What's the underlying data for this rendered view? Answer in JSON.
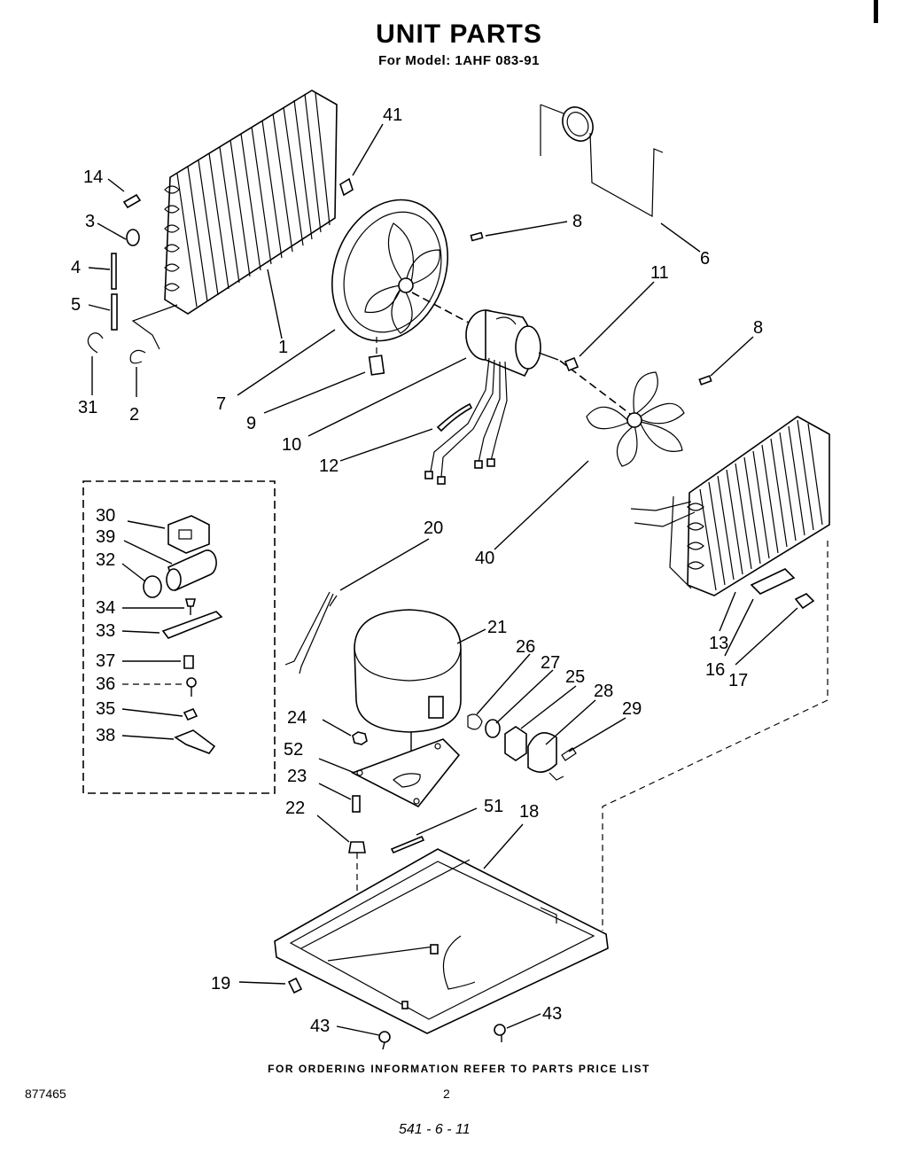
{
  "header": {
    "title": "UNIT PARTS",
    "subtitle": "For Model: 1AHF 083-91"
  },
  "footer": {
    "ordering_note": "FOR ORDERING INFORMATION REFER TO PARTS PRICE LIST",
    "document_number": "877465",
    "page_number": "2",
    "handwritten_note": "541 - 6 - 11"
  },
  "callouts": {
    "c1": "1",
    "c2": "2",
    "c3": "3",
    "c4": "4",
    "c5": "5",
    "c6": "6",
    "c7": "7",
    "c8a": "8",
    "c8b": "8",
    "c9": "9",
    "c10": "10",
    "c11": "11",
    "c12": "12",
    "c13": "13",
    "c14": "14",
    "c16": "16",
    "c17": "17",
    "c18": "18",
    "c19": "19",
    "c20": "20",
    "c21": "21",
    "c22": "22",
    "c23": "23",
    "c24": "24",
    "c25": "25",
    "c26": "26",
    "c27": "27",
    "c28": "28",
    "c29": "29",
    "c30": "30",
    "c31": "31",
    "c32": "32",
    "c33": "33",
    "c34": "34",
    "c35": "35",
    "c36": "36",
    "c37": "37",
    "c38": "38",
    "c39": "39",
    "c40": "40",
    "c41": "41",
    "c43a": "43",
    "c43b": "43",
    "c51": "51",
    "c52": "52"
  }
}
